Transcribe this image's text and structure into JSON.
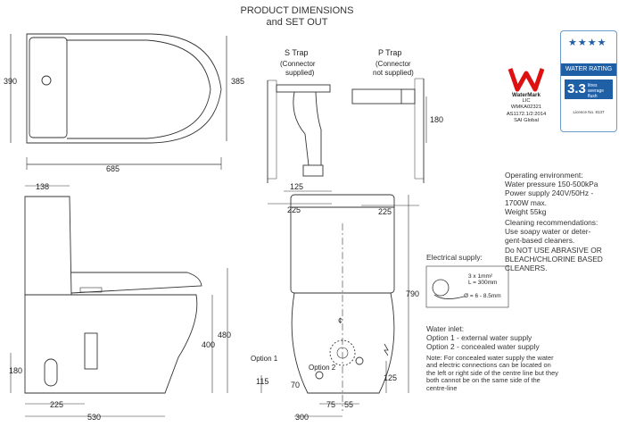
{
  "header": {
    "line1": "PRODUCT DIMENSIONS",
    "line2": "and SET OUT"
  },
  "top_view": {
    "dim_width": "685",
    "dim_left_height": "390",
    "dim_right_height": "385"
  },
  "traps": {
    "s_trap": {
      "title": "S Trap",
      "sub1": "(Connector",
      "sub2": "supplied)",
      "dim1": "125",
      "dim2": "225"
    },
    "p_trap": {
      "title": "P Trap",
      "sub1": "(Connector",
      "sub2": "not supplied)",
      "dim_height": "180",
      "dim_width": "225"
    }
  },
  "side_view": {
    "dim_top": "138",
    "dim_lower_height": "400",
    "dim_total_height": "480",
    "dim_inlet": "180",
    "dim_base_left": "225",
    "dim_base_total": "530"
  },
  "front_view": {
    "dim_height": "790",
    "center_mark": "¢",
    "option1": "Option 1",
    "option1_dim": "115",
    "dim_70": "70",
    "option2": "Option 2",
    "dim_125": "125",
    "dim_300": "300",
    "dim_75": "75",
    "dim_55": "55"
  },
  "watermark": {
    "brand": "WaterMark",
    "lines": [
      "LIC",
      "WMKA02321",
      "AS1172.1/2:2014",
      "SAI Global"
    ]
  },
  "water_rating": {
    "band": "WATER RATING",
    "value": "3.3",
    "unit_lines": [
      "litres",
      "average flush"
    ],
    "licence": "Licence No. 8137"
  },
  "specs": {
    "operating": [
      "Operating environment:",
      "Water pressure 150-500kPa",
      "Power supply 240V/50Hz -",
      "1700W max.",
      "Weight 55kg"
    ],
    "cleaning": [
      "Cleaning recommendations:",
      "Use soapy water or deter-",
      "gent-based cleaners.",
      "Do NOT USE ABRASIVE OR",
      "BLEACH/CHLORINE BASED",
      "CLEANERS."
    ]
  },
  "electrical": {
    "title": "Electrical supply:",
    "cable1": "3 x 1mm²",
    "cable2": "L = 300mm",
    "cable3": "Ø = 6 - 8.5mm"
  },
  "water_inlet": {
    "lines": [
      "Water inlet:",
      "Option 1 - external water supply",
      "Option 2 - concealed water supply"
    ]
  },
  "note": {
    "lines": [
      "Note: For concealed water supply the water",
      "and electric connections can be located on",
      "the left or right side of the centre line but they",
      "both cannot be on the same side of the",
      "centre-line"
    ]
  }
}
